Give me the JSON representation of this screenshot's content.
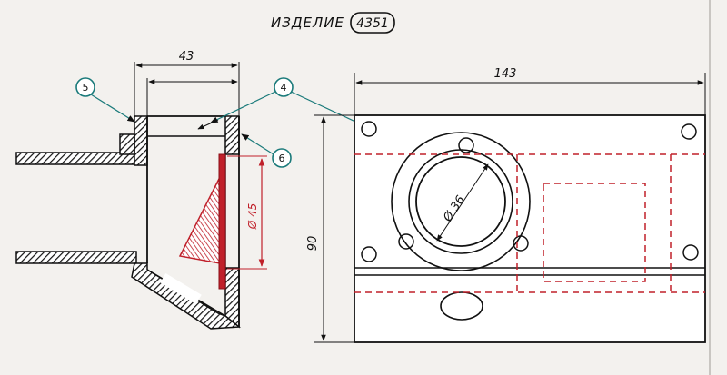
{
  "title": {
    "prefix": "ИЗДЕЛИЕ",
    "number": "4351"
  },
  "callouts": {
    "c4": "4",
    "c5": "5",
    "c6": "6"
  },
  "dimensions": {
    "section_width": "43",
    "overall_width": "143",
    "overall_height": "90",
    "hole_diameter": "Ø 36",
    "insert_diameter": "Ø 45"
  },
  "colors": {
    "ink": "#111111",
    "accent_red": "#c0202a",
    "callout_green": "#1a7a7a",
    "paper": "#f3f1ee"
  }
}
